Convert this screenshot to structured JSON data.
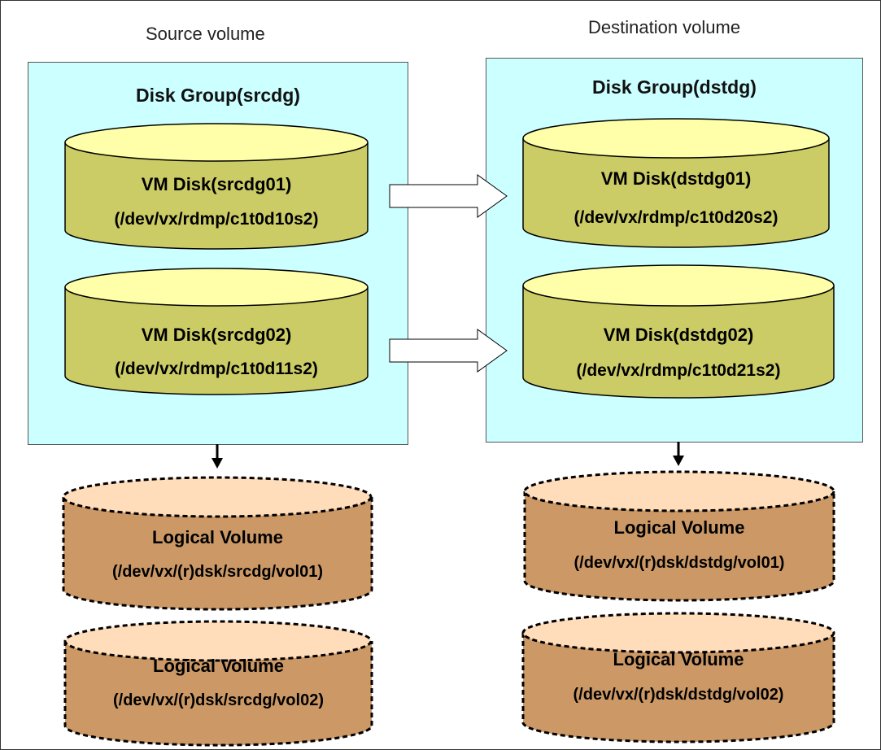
{
  "source_heading": "Source volume",
  "destination_heading": "Destination volume",
  "source_group": {
    "title": "Disk Group(srcdg)",
    "disks": [
      {
        "name": "VM Disk(srcdg01)",
        "path": "(/dev/vx/rdmp/c1t0d10s2)"
      },
      {
        "name": "VM Disk(srcdg02)",
        "path": "(/dev/vx/rdmp/c1t0d11s2)"
      }
    ]
  },
  "destination_group": {
    "title": "Disk Group(dstdg)",
    "disks": [
      {
        "name": "VM Disk(dstdg01)",
        "path": "(/dev/vx/rdmp/c1t0d20s2)"
      },
      {
        "name": "VM Disk(dstdg02)",
        "path": "(/dev/vx/rdmp/c1t0d21s2)"
      }
    ]
  },
  "source_volumes": [
    {
      "name": "Logical Volume",
      "path": "(/dev/vx/(r)dsk/srcdg/vol01)"
    },
    {
      "name": "Logical Volume",
      "path": "(/dev/vx/(r)dsk/srcdg/vol02)"
    }
  ],
  "destination_volumes": [
    {
      "name": "Logical Volume",
      "path": "(/dev/vx/(r)dsk/dstdg/vol01)"
    },
    {
      "name": "Logical Volume",
      "path": "(/dev/vx/(r)dsk/dstdg/vol02)"
    }
  ],
  "colors": {
    "group_fill": "#ccffff",
    "disk_top": "#ffffaa",
    "disk_body": "#cccc66",
    "volume_top": "#ffddbb",
    "volume_body": "#cc9966"
  }
}
